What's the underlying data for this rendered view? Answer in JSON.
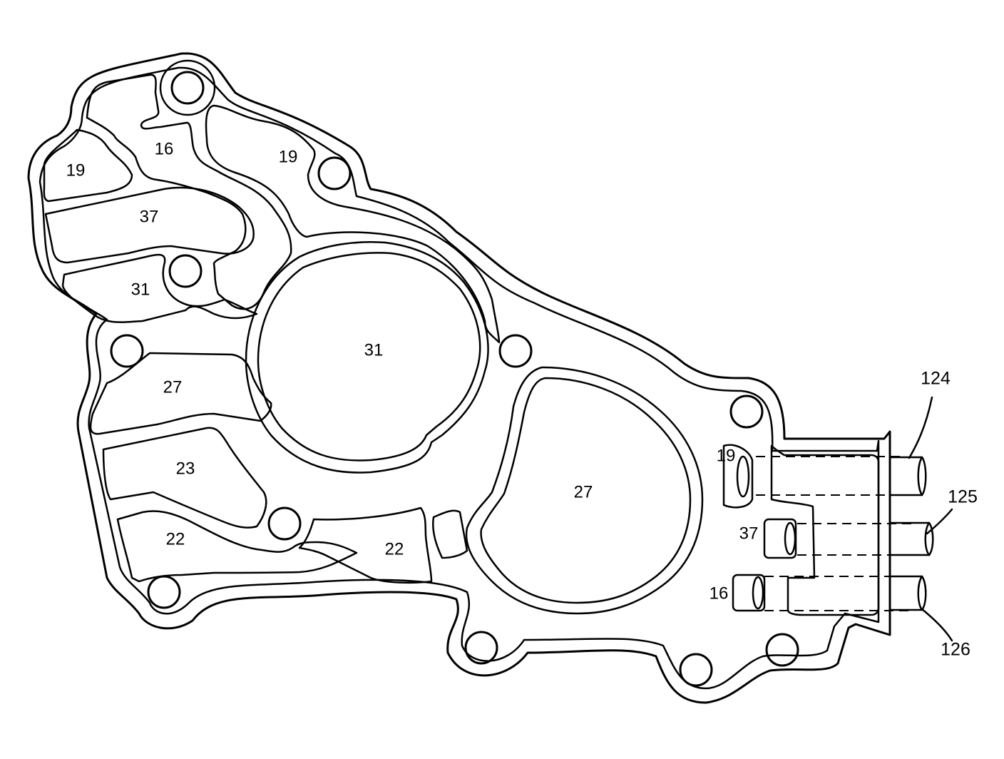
{
  "labels": {
    "p19a": "19",
    "p16": "16",
    "p19b": "19",
    "p37": "37",
    "p31a": "31",
    "p31b": "31",
    "p27a": "27",
    "p23": "23",
    "p22a": "22",
    "p22b": "22",
    "p27b": "27",
    "p19c": "19",
    "p37b": "37",
    "p16b": "16",
    "c124": "124",
    "c125": "125",
    "c126": "126"
  }
}
